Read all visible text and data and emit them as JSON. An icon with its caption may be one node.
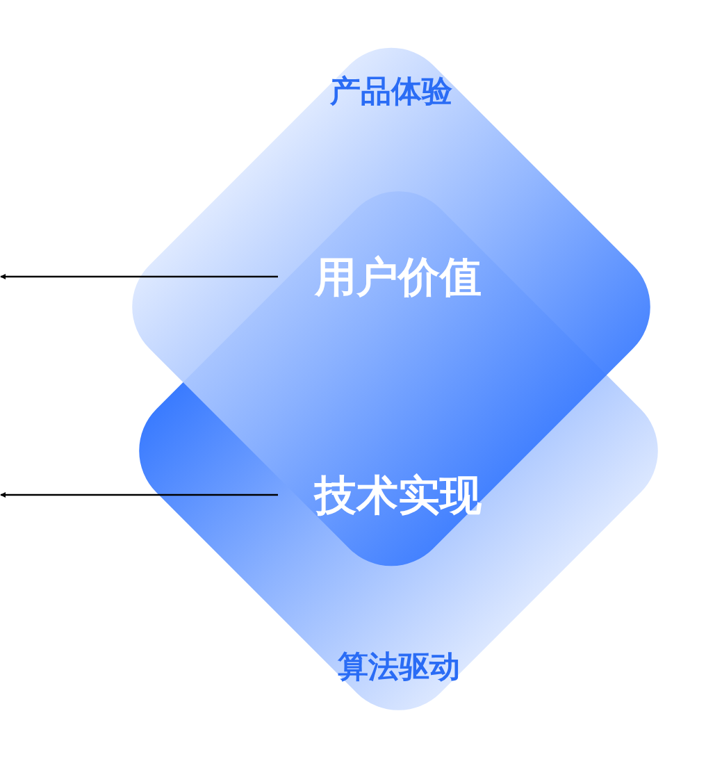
{
  "diagram": {
    "nodes": [
      {
        "text": [
          "产品体验"
        ]
      },
      {
        "text": [
          "算法驱动"
        ]
      },
      {
        "text": [
          "用户价值"
        ]
      },
      {
        "text": [
          "技术实现"
        ]
      }
    ],
    "edges": [
      {
        "from": 2,
        "to": null,
        "arrow": "to"
      },
      {
        "from": 3,
        "to": null,
        "arrow": "to"
      }
    ]
  }
}
